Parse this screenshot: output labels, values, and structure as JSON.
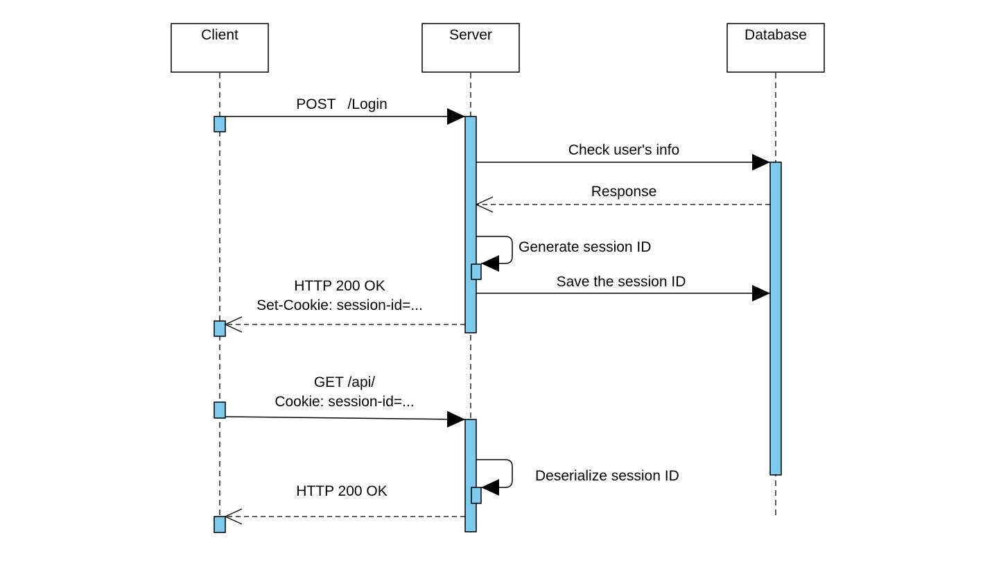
{
  "colors": {
    "activation_fill": "#7fcbee",
    "line": "#000000",
    "background": "#ffffff"
  },
  "participants": [
    {
      "id": "client",
      "label": "Client"
    },
    {
      "id": "server",
      "label": "Server"
    },
    {
      "id": "database",
      "label": "Database"
    }
  ],
  "messages": [
    {
      "id": "post-login",
      "from": "client",
      "to": "server",
      "kind": "sync",
      "lines": [
        "POST   /Login"
      ]
    },
    {
      "id": "check-user-info",
      "from": "server",
      "to": "database",
      "kind": "sync",
      "lines": [
        "Check user's info"
      ]
    },
    {
      "id": "response",
      "from": "database",
      "to": "server",
      "kind": "reply",
      "lines": [
        "Response"
      ]
    },
    {
      "id": "generate-session-id",
      "from": "server",
      "to": "server",
      "kind": "self",
      "lines": [
        "Generate session ID"
      ]
    },
    {
      "id": "save-session-id",
      "from": "server",
      "to": "database",
      "kind": "sync",
      "lines": [
        "Save the session ID"
      ]
    },
    {
      "id": "http-200-set-cookie",
      "from": "server",
      "to": "client",
      "kind": "reply",
      "lines": [
        "HTTP 200 OK",
        "Set-Cookie: session-id=..."
      ]
    },
    {
      "id": "get-api",
      "from": "client",
      "to": "server",
      "kind": "sync",
      "lines": [
        "GET /api/",
        "Cookie: session-id=..."
      ]
    },
    {
      "id": "deserialize-session-id",
      "from": "server",
      "to": "server",
      "kind": "self",
      "lines": [
        "Deserialize session ID"
      ]
    },
    {
      "id": "http-200-ok",
      "from": "server",
      "to": "client",
      "kind": "reply",
      "lines": [
        "HTTP 200 OK"
      ]
    }
  ]
}
